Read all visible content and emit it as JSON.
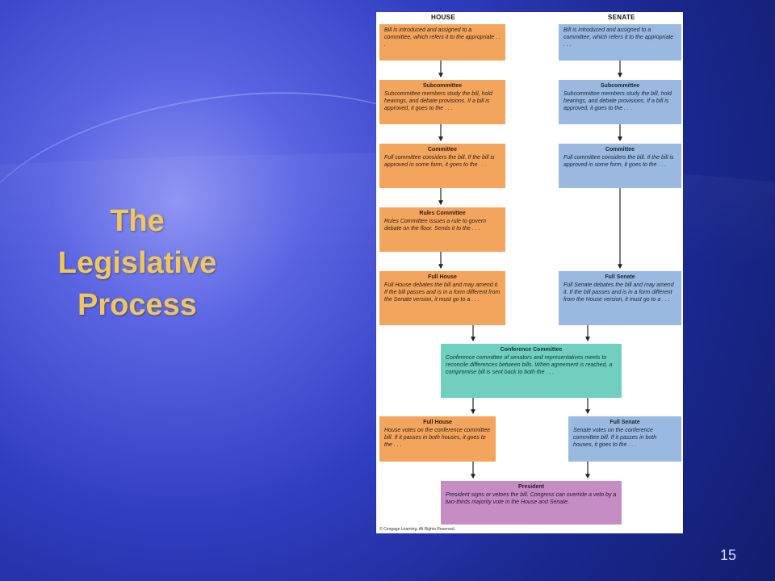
{
  "slide": {
    "title_line1": "The",
    "title_line2": "Legislative",
    "title_line3": "Process",
    "page_number": "15"
  },
  "diagram": {
    "house_header": "HOUSE",
    "senate_header": "SENATE",
    "house_intro": {
      "title": "",
      "text": "Bill is introduced and assigned to a committee, which refers it to the appropriate . . ."
    },
    "senate_intro": {
      "title": "",
      "text": "Bill is introduced and assigned to a committee, which refers it to the appropriate . . ."
    },
    "house_subcommittee": {
      "title": "Subcommittee",
      "text": "Subcommittee members study the bill, hold hearings, and debate provisions. If a bill is approved, it goes to the . . ."
    },
    "senate_subcommittee": {
      "title": "Subcommittee",
      "text": "Subcommittee members study the bill, hold hearings, and debate provisions. If a bill is approved, it goes to the . . ."
    },
    "house_committee": {
      "title": "Committee",
      "text": "Full committee considers the bill. If the bill is approved in some form, it goes to the . . ."
    },
    "senate_committee": {
      "title": "Committee",
      "text": "Full committee considers the bill. If the bill is approved in some form, it goes to the . . ."
    },
    "rules_committee": {
      "title": "Rules Committee",
      "text": "Rules Committee issues a rule to govern debate on the floor. Sends it to the . . ."
    },
    "full_house": {
      "title": "Full House",
      "text": "Full House debates the bill and may amend it. If the bill passes and is in a form different from the Senate version, it must go to a . . ."
    },
    "full_senate": {
      "title": "Full Senate",
      "text": "Full Senate debates the bill and may amend it. If the bill passes and is in a form different from the House version, it must go to a . . ."
    },
    "conference_committee": {
      "title": "Conference Committee",
      "text": "Conference committee of senators and representatives meets to reconcile differences between bills. When agreement is reached, a compromise bill is sent back to both the . . ."
    },
    "house_vote": {
      "title": "Full House",
      "text": "House votes on the conference committee bill. If it passes in both houses, it goes to the . . ."
    },
    "senate_vote": {
      "title": "Full Senate",
      "text": "Senate votes on the conference committee bill. If it passes in both houses, it goes to the . . ."
    },
    "president": {
      "title": "President",
      "text": "President signs or vetoes the bill. Congress can override a veto by a two-thirds majority vote in the House and Senate."
    },
    "copyright": "© Cengage Learning. All Rights Reserved."
  },
  "colors": {
    "house": "#f4a55d",
    "senate": "#9ab9e0",
    "conference": "#71cfc0",
    "president": "#c58dc4",
    "title": "#f1c75b"
  }
}
